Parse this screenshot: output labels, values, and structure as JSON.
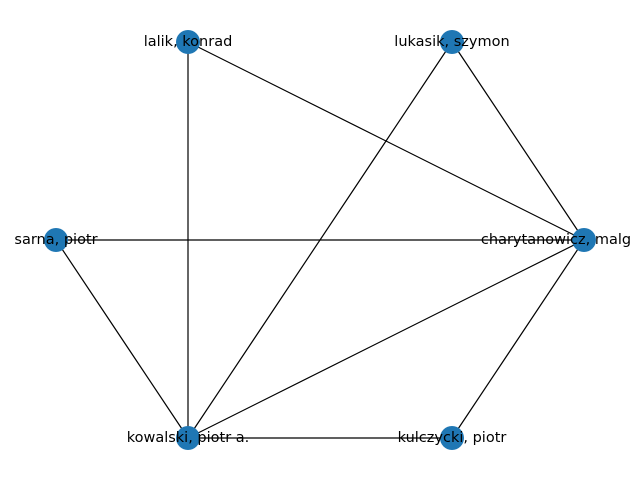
{
  "graph": {
    "node_color": "#1f77b4",
    "edge_color": "#000000",
    "nodes": [
      {
        "id": "lalik",
        "label": "lalik, konrad"
      },
      {
        "id": "lukasik",
        "label": "lukasik, szymon"
      },
      {
        "id": "sarna",
        "label": "sarna, piotr"
      },
      {
        "id": "charytanowicz",
        "label": "charytanowicz, malg"
      },
      {
        "id": "kowalski",
        "label": "kowalski, piotr a."
      },
      {
        "id": "kulczycki",
        "label": "kulczycki, piotr"
      }
    ],
    "edges": [
      [
        "lalik",
        "kowalski"
      ],
      [
        "lalik",
        "charytanowicz"
      ],
      [
        "lukasik",
        "kowalski"
      ],
      [
        "lukasik",
        "charytanowicz"
      ],
      [
        "sarna",
        "charytanowicz"
      ],
      [
        "sarna",
        "kowalski"
      ],
      [
        "charytanowicz",
        "kowalski"
      ],
      [
        "charytanowicz",
        "kulczycki"
      ],
      [
        "kowalski",
        "kulczycki"
      ]
    ]
  }
}
